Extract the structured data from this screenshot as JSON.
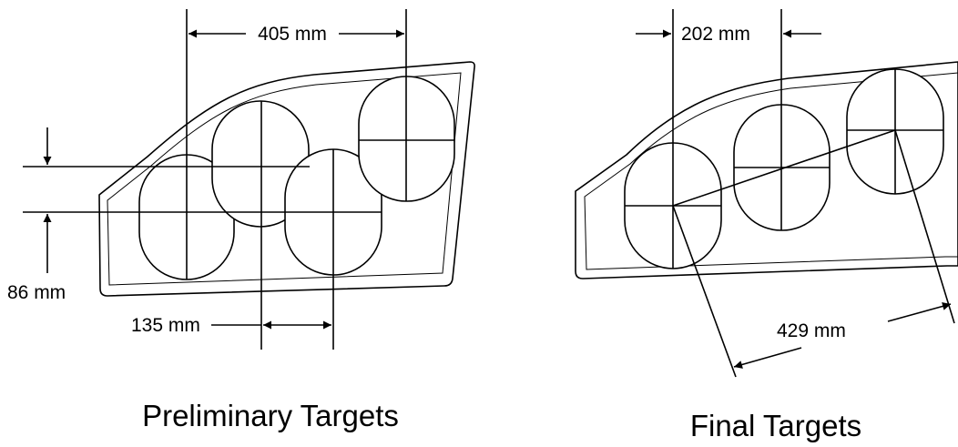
{
  "left_panel": {
    "caption": "Preliminary Targets",
    "dims": {
      "width": "405 mm",
      "height": "86 mm",
      "spacing": "135 mm"
    }
  },
  "right_panel": {
    "caption": "Final Targets",
    "dims": {
      "spacing": "202 mm",
      "diagonal": "429 mm"
    }
  }
}
